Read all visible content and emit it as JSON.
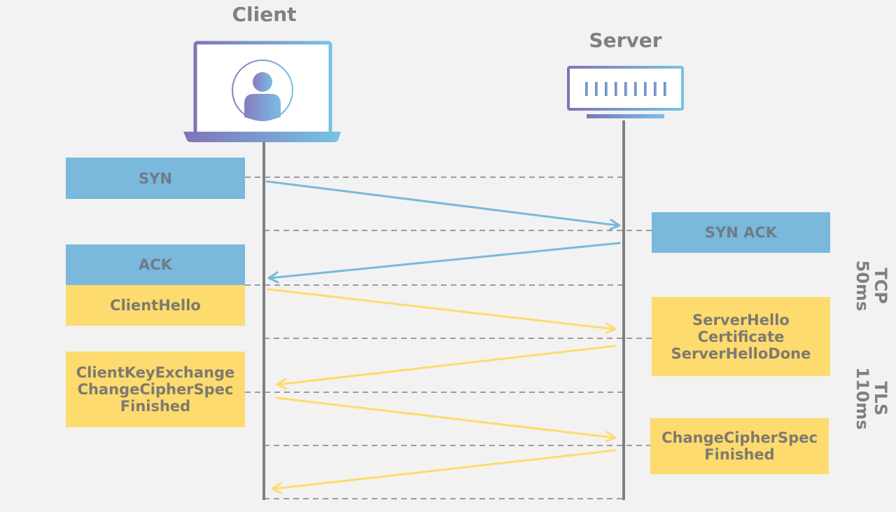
{
  "title_client": "Client",
  "title_server": "Server",
  "colors": {
    "tcp": "#7ab8dc",
    "tls": "#fedb6e",
    "line": "#808080"
  },
  "client_boxes": [
    {
      "id": "syn",
      "text": "SYN",
      "color": "blue"
    },
    {
      "id": "ack",
      "text": "ACK",
      "color": "blue"
    },
    {
      "id": "client-hello",
      "text": "ClientHello",
      "color": "yellow"
    },
    {
      "id": "client-key-exchange",
      "text": "ClientKeyExchange\nChangeCipherSpec\nFinished",
      "color": "yellow"
    }
  ],
  "server_boxes": [
    {
      "id": "syn-ack",
      "text": "SYN ACK",
      "color": "blue"
    },
    {
      "id": "server-hello",
      "text": "ServerHello\nCertificate\nServerHelloDone",
      "color": "yellow"
    },
    {
      "id": "change-cipher-spec",
      "text": "ChangeCipherSpec\nFinished",
      "color": "yellow"
    }
  ],
  "phases": [
    {
      "id": "tcp",
      "text": "TCP\n50ms"
    },
    {
      "id": "tls",
      "text": "TLS\n110ms"
    }
  ]
}
